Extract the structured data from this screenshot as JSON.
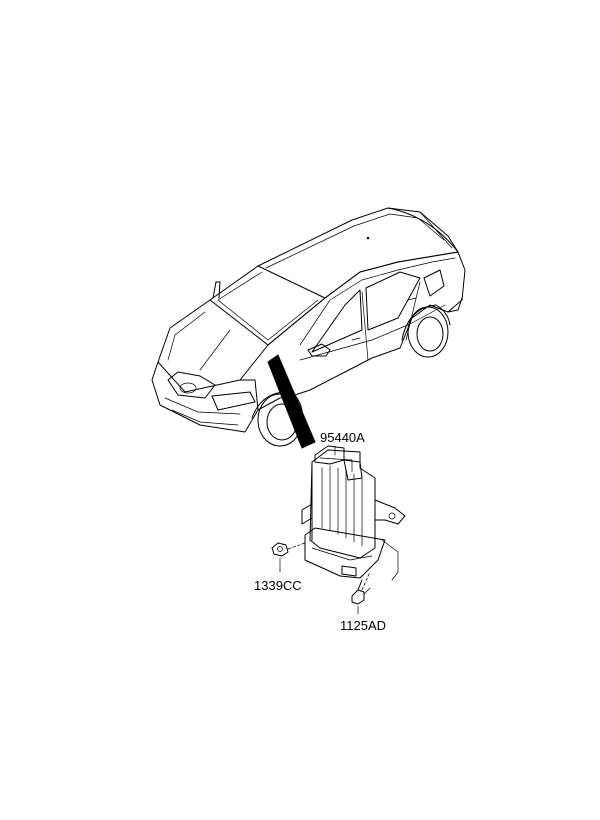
{
  "diagram": {
    "parts": [
      {
        "id": "ecu",
        "code": "95440A"
      },
      {
        "id": "nut",
        "code": "1339CC"
      },
      {
        "id": "bolt",
        "code": "1125AD"
      }
    ]
  }
}
